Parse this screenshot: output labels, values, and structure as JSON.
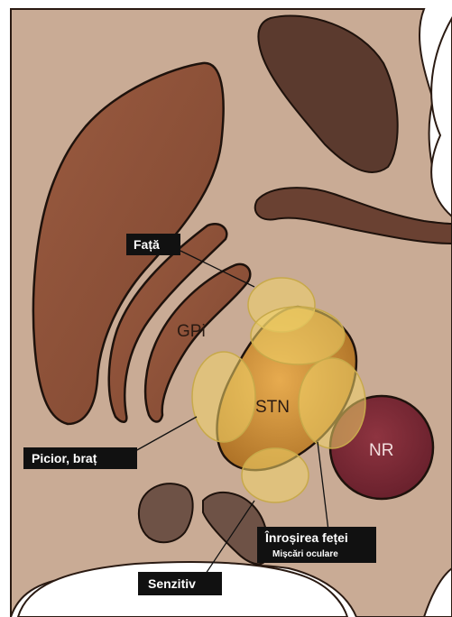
{
  "structures": {
    "gpi": "GPi",
    "stn": "STN",
    "nr": "NR"
  },
  "labels": {
    "face": "Față",
    "leg_arm": "Picior, braț",
    "face_flush": "Înroșirea feței",
    "eye_movements": "Mișcări oculare",
    "sensory": "Senzitiv"
  },
  "colors": {
    "background_tissue": "#c9ab95",
    "gpi": "#8d5138",
    "stn": "#c58a3c",
    "nr": "#7a2a36",
    "overlay_circle": "#f0d46a"
  }
}
